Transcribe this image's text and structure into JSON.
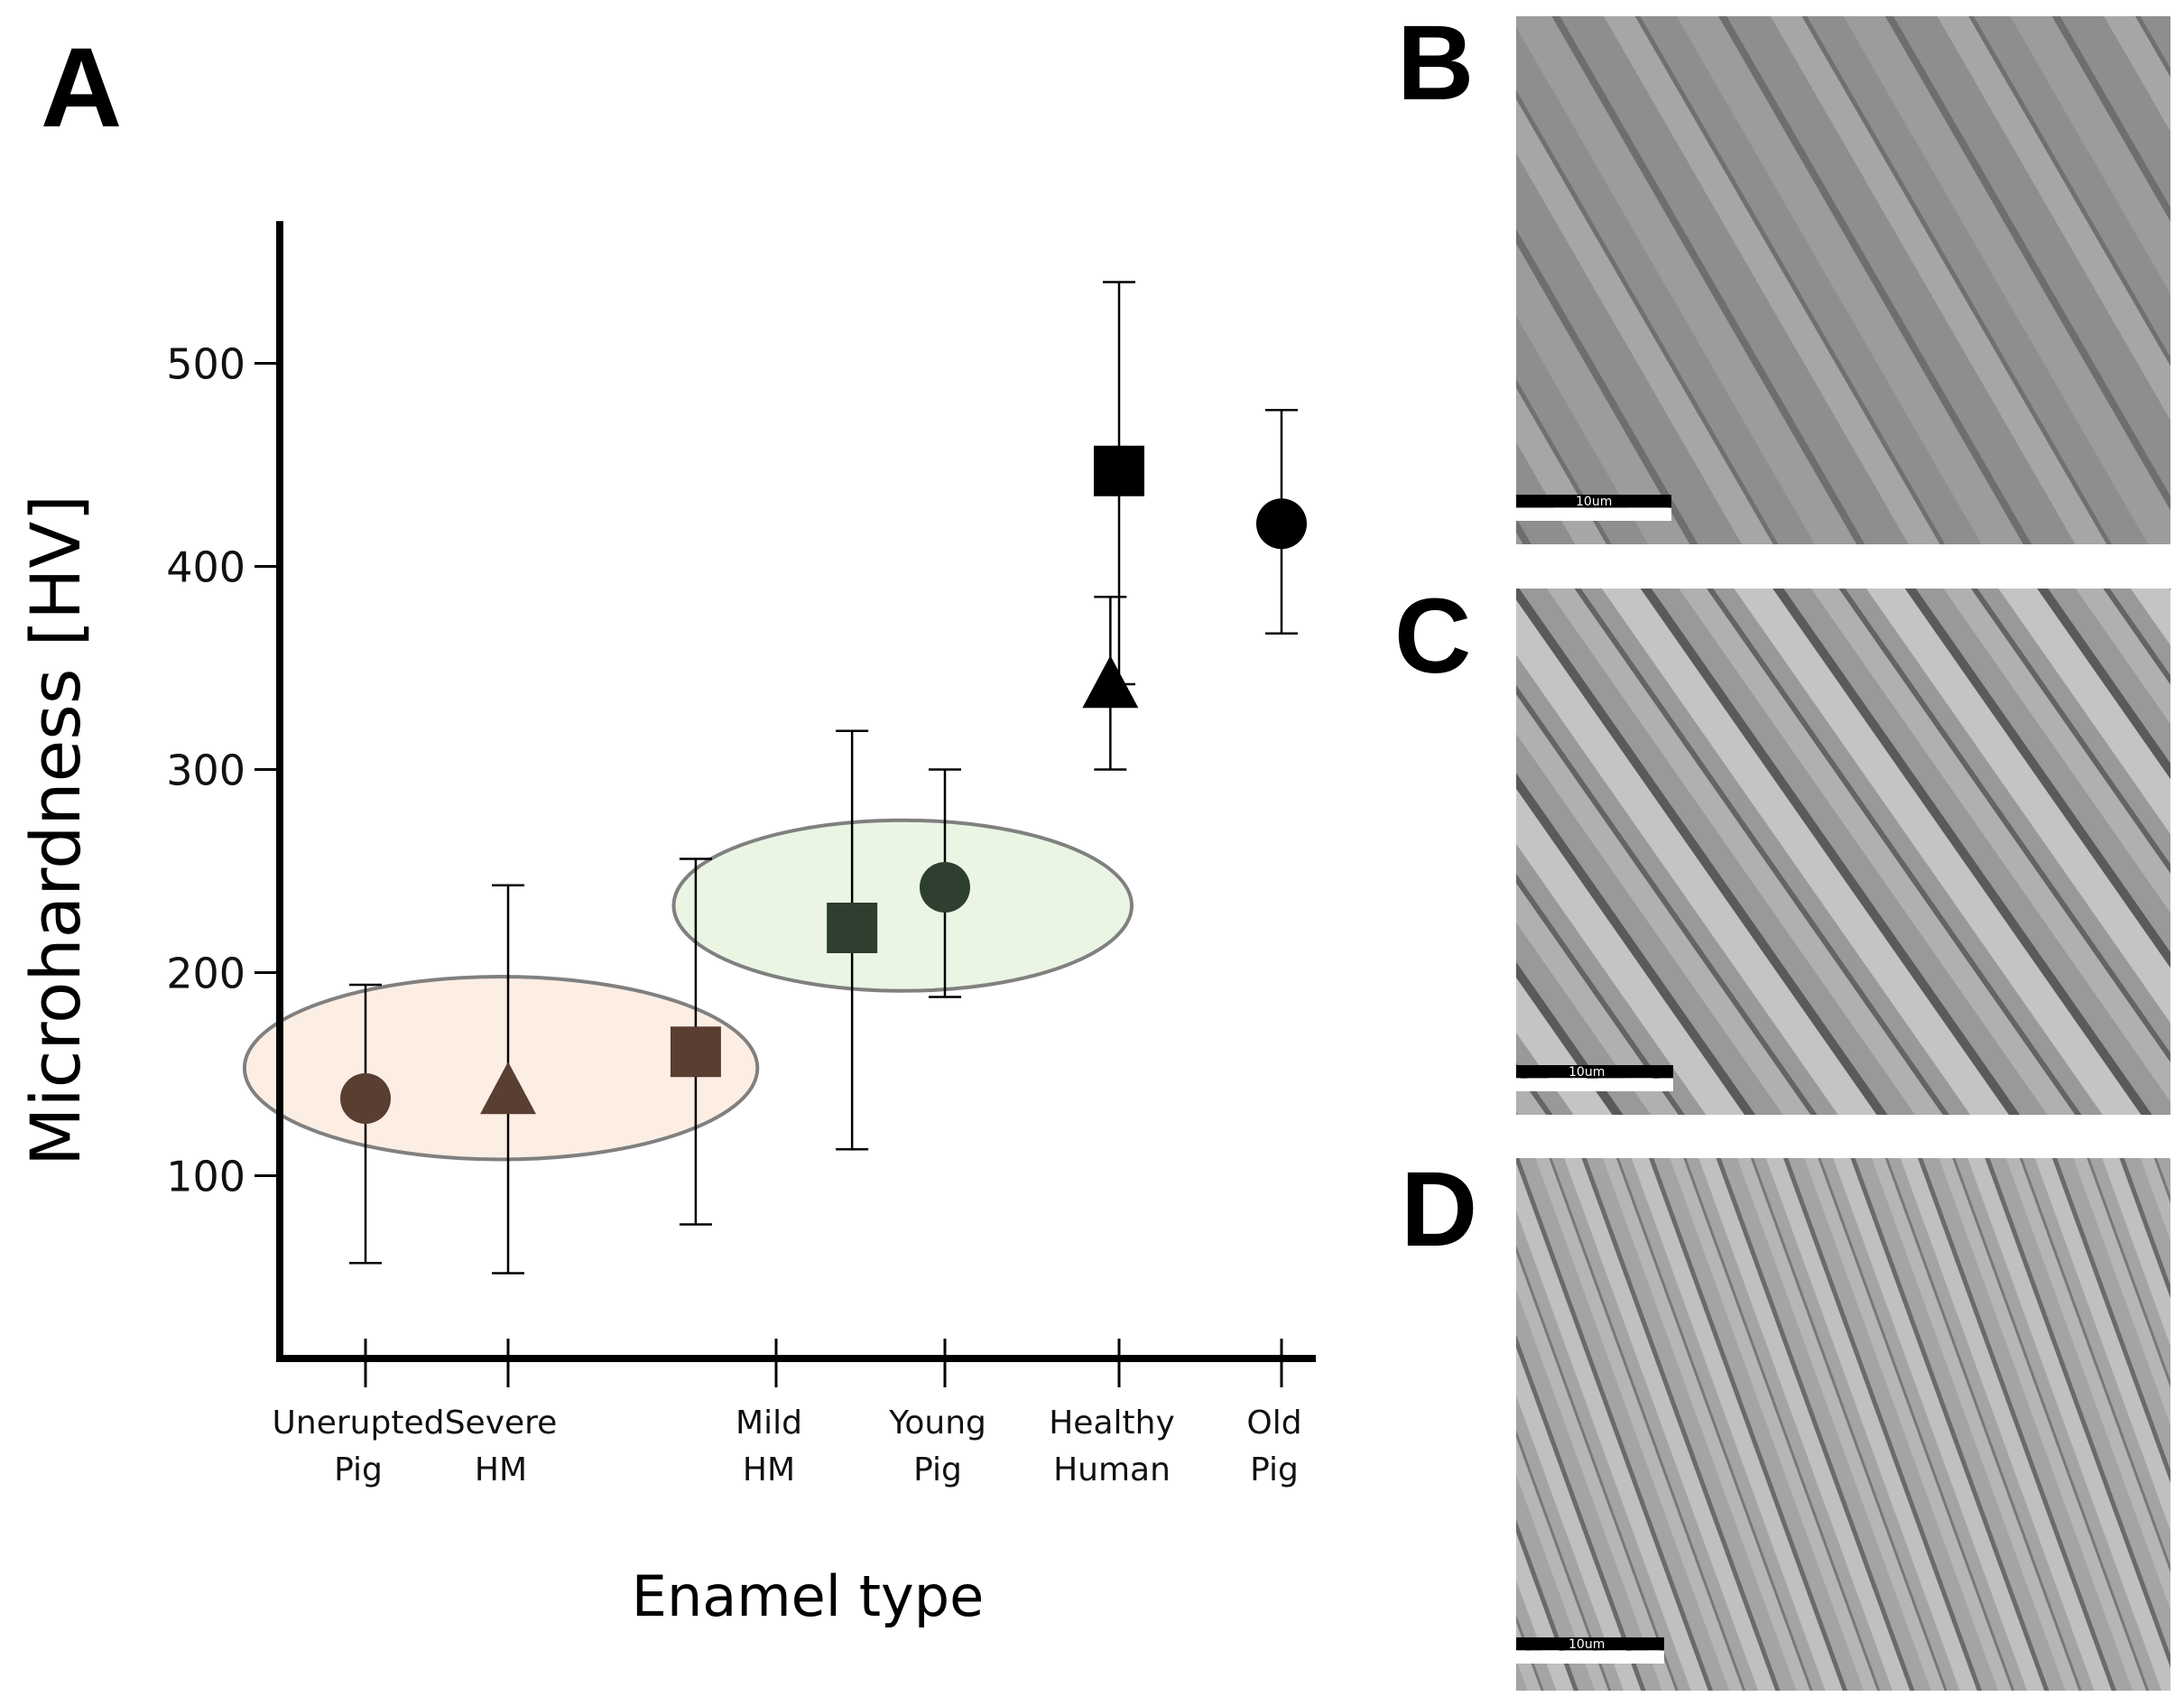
{
  "panels": {
    "a": "A",
    "b": "B",
    "c": "C",
    "d": "D"
  },
  "scale_bar": {
    "b": "10um",
    "c": "10um",
    "d": "10um"
  },
  "colors": {
    "brown": "#5a3e32",
    "dark_green": "#2f3f2f",
    "black": "#000000",
    "pink_fill": "#fdeee4",
    "green_fill": "#eaf5e4",
    "ellipse_stroke": "#808080"
  },
  "chart_data": {
    "type": "scatter",
    "xlabel": "Enamel type",
    "ylabel": "Microhardness [HV]",
    "ylim": [
      10,
      570
    ],
    "yticks": [
      100,
      200,
      300,
      400,
      500
    ],
    "grid": false,
    "categories": [
      {
        "lines": [
          "Unerupted",
          "Pig"
        ]
      },
      {
        "lines": [
          "Severe",
          "HM"
        ]
      },
      {
        "lines": [
          "Mild",
          "HM"
        ]
      },
      {
        "lines": [
          "Young",
          "Pig"
        ]
      },
      {
        "lines": [
          "Healthy",
          "Human"
        ]
      },
      {
        "lines": [
          "Old",
          "Pig"
        ]
      }
    ],
    "points": [
      {
        "x": 0,
        "y": 138,
        "low": 57,
        "high": 194,
        "marker": "circle",
        "color": "brown"
      },
      {
        "x": 1,
        "y": 141,
        "low": 52,
        "high": 243,
        "marker": "triangle",
        "color": "brown"
      },
      {
        "x": 1.7,
        "y": 161,
        "low": 76,
        "high": 256,
        "marker": "square",
        "color": "brown"
      },
      {
        "x": 2.45,
        "y": 222,
        "low": 113,
        "high": 319,
        "marker": "square",
        "color": "dark_green"
      },
      {
        "x": 3,
        "y": 242,
        "low": 188,
        "high": 300,
        "marker": "circle",
        "color": "dark_green"
      },
      {
        "x": 4,
        "y": 447,
        "low": 342,
        "high": 540,
        "marker": "square",
        "color": "black"
      },
      {
        "x": 3.95,
        "y": 341,
        "low": 300,
        "high": 385,
        "marker": "triangle",
        "color": "black"
      },
      {
        "x": 5,
        "y": 421,
        "low": 367,
        "high": 477,
        "marker": "circle",
        "color": "black"
      }
    ],
    "groups": [
      {
        "x_center": 0.95,
        "y_center": 153,
        "x_radius": 1.4,
        "y_radius": 45,
        "fill": "pink_fill"
      },
      {
        "x_center": 2.75,
        "y_center": 233,
        "x_radius": 1.25,
        "y_radius": 42,
        "fill": "green_fill"
      }
    ]
  }
}
